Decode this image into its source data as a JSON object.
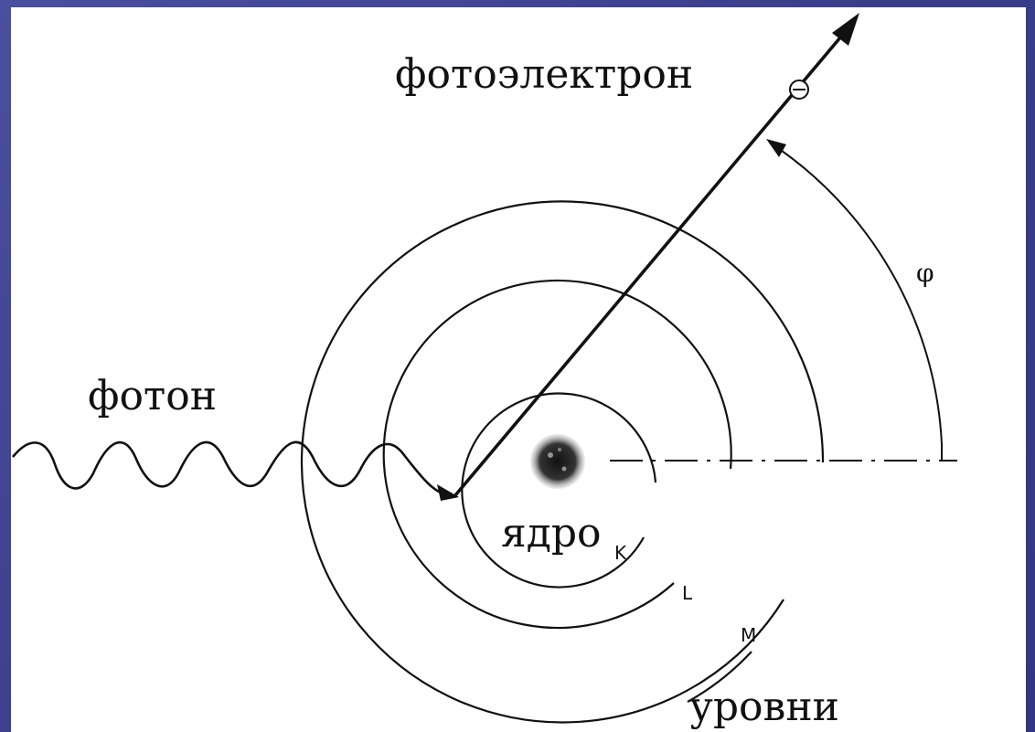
{
  "diagram": {
    "labels": {
      "photon": "фотон",
      "photoelectron": "фотоэлектрон",
      "nucleus": "ядро",
      "levels": "уровни",
      "shell_k": "K",
      "shell_l": "L",
      "shell_m": "M",
      "angle": "φ",
      "electron_symbol": "⊖"
    },
    "colors": {
      "background": "#3c3f8e",
      "panel": "#ffffff",
      "ink": "#111111"
    }
  }
}
